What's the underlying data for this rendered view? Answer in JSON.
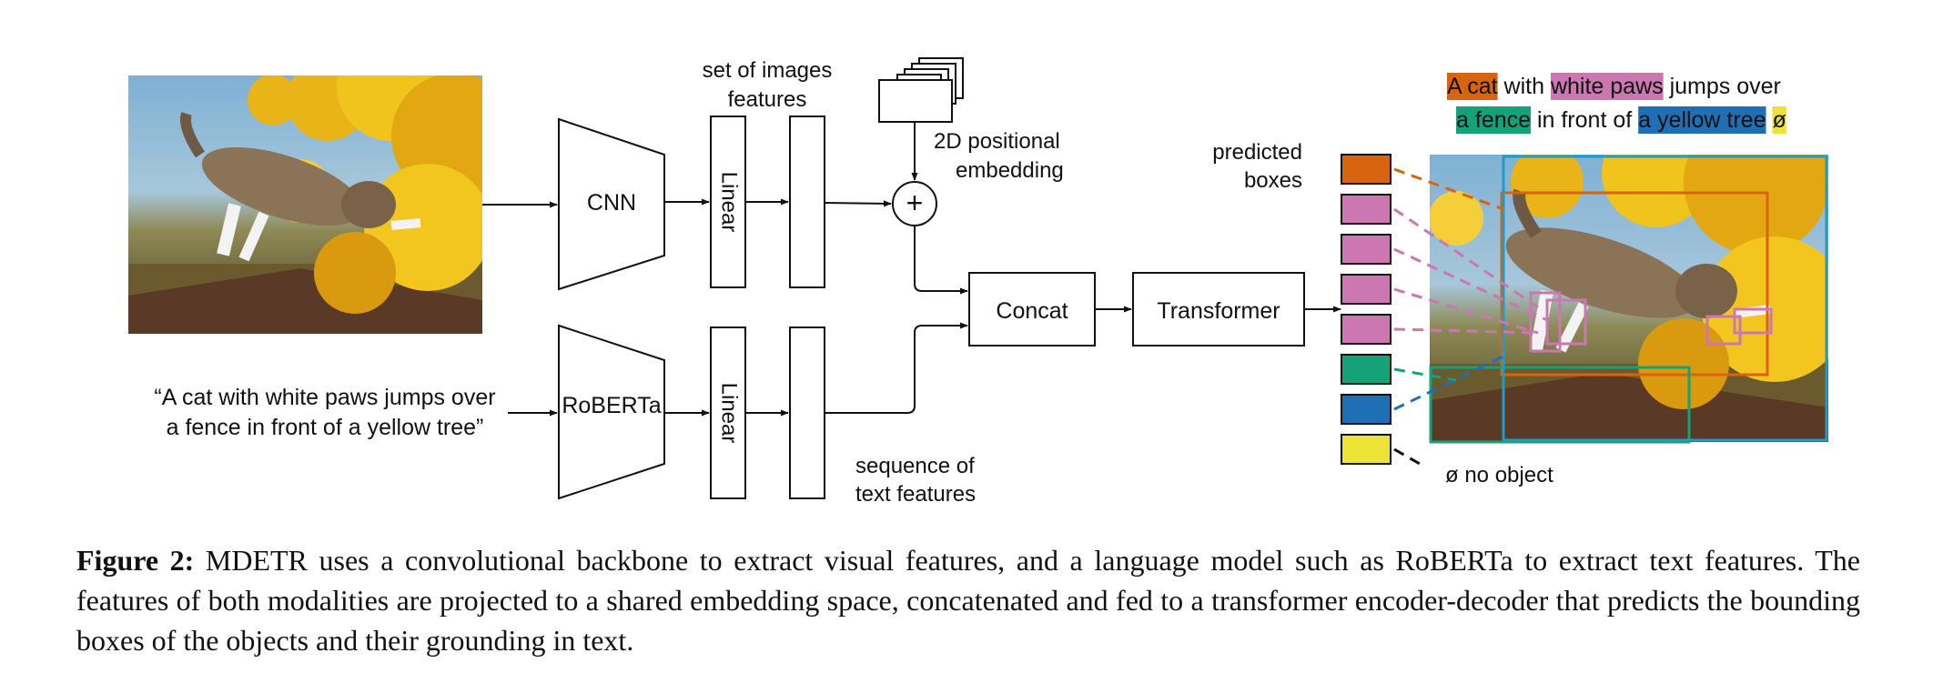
{
  "diagram": {
    "input_text": [
      "“A cat with white paws jumps over",
      "a fence in front of a yellow tree”"
    ],
    "cnn_label": "CNN",
    "roberta_label": "RoBERTa",
    "linear_label": "Linear",
    "image_features_label": [
      "set of images",
      "features"
    ],
    "positional_label": [
      "2D positional",
      "embedding"
    ],
    "concat_label": "Concat",
    "transformer_label": "Transformer",
    "text_features_label": [
      "sequence of",
      "text features"
    ],
    "predicted_boxes_label": [
      "predicted",
      "boxes"
    ],
    "no_object_label": "ø no object",
    "plus_symbol": "+",
    "phrase_line1": [
      {
        "text": "A cat",
        "highlight": "#d8640f"
      },
      {
        "text": " with ",
        "highlight": ""
      },
      {
        "text": "white paws",
        "highlight": "#cc77b2"
      },
      {
        "text": " jumps over",
        "highlight": ""
      }
    ],
    "phrase_line2": [
      {
        "text": "a fence",
        "highlight": "#14a278"
      },
      {
        "text": " in front of ",
        "highlight": ""
      },
      {
        "text": "a yellow tree",
        "highlight": "#1f6fb5"
      },
      {
        "text": " ",
        "highlight": ""
      },
      {
        "text": "ø",
        "highlight": "#ede336"
      }
    ],
    "query_colors": [
      "#d8640f",
      "#cc77b2",
      "#cc77b2",
      "#cc77b2",
      "#cc77b2",
      "#14a278",
      "#1f6fb5",
      "#ede336"
    ]
  },
  "caption": {
    "label": "Figure 2:",
    "text": " MDETR uses a convolutional backbone to extract visual features, and a language model such as RoBERTa to extract text features. The features of both modalities are projected to a shared embedding space, concatenated and fed to a transformer encoder-decoder that predicts the bounding boxes of the objects and their grounding in text."
  }
}
